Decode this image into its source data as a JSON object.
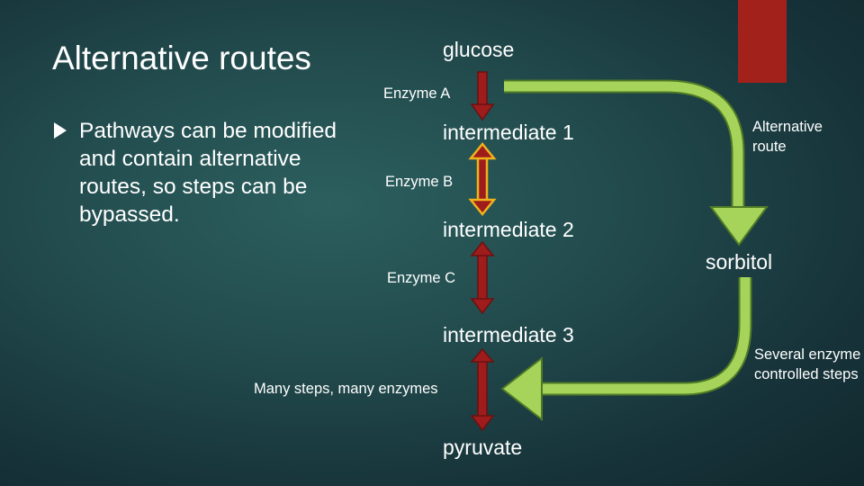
{
  "slide": {
    "title": "Alternative routes",
    "bullet": "Pathways can be modified and contain alternative routes, so steps can be bypassed."
  },
  "pathway": {
    "glucose": "glucose",
    "enzyme_a": "Enzyme A",
    "intermediate_1": "intermediate 1",
    "enzyme_b": "Enzyme B",
    "intermediate_2": "intermediate 2",
    "enzyme_c": "Enzyme C",
    "intermediate_3": "intermediate 3",
    "many_steps": "Many steps, many enzymes",
    "pyruvate": "pyruvate"
  },
  "alternative": {
    "label_line1": "Alternative",
    "label_line2": "route",
    "sorbitol": "sorbitol",
    "several_line1": "Several enzyme",
    "several_line2": "controlled steps"
  },
  "colors": {
    "background": "#224b4d",
    "red_arrow": "#9e1c1c",
    "yellow_outline": "#f0b21a",
    "green_arrow": "#a6d45b",
    "corner_bar": "#a3211b",
    "text": "#ffffff"
  }
}
